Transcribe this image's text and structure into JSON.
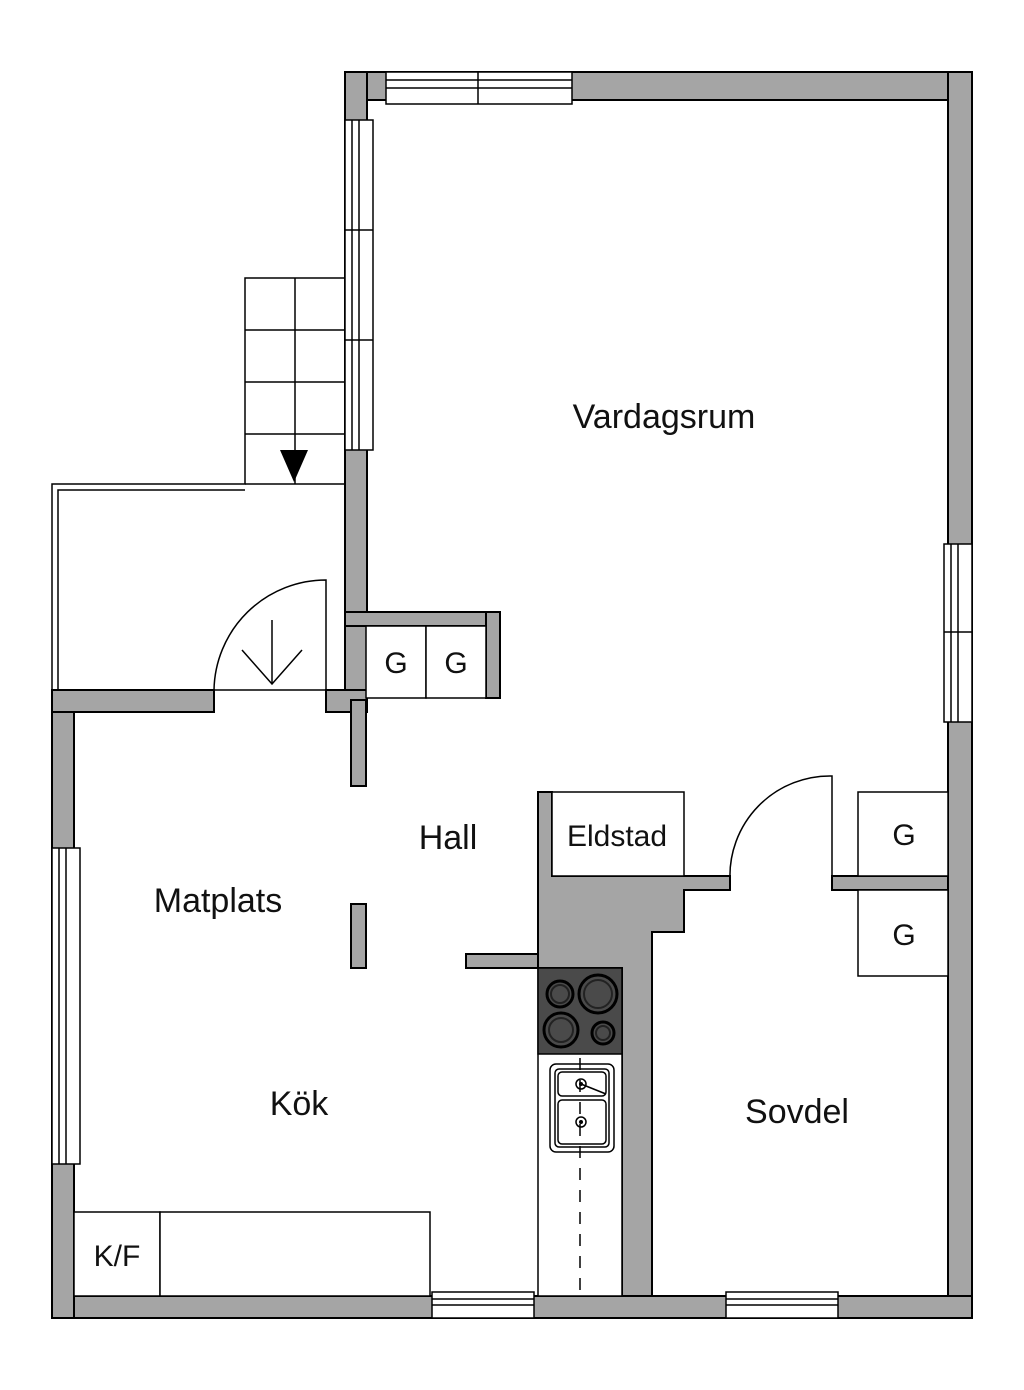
{
  "colors": {
    "wall": "#a5a5a5",
    "stove_top": "#4a4a4a",
    "line": "#000000",
    "background": "#ffffff"
  },
  "rooms": {
    "vardagsrum": "Vardagsrum",
    "hall": "Hall",
    "matplats": "Matplats",
    "kok": "Kök",
    "sovdel": "Sovdel"
  },
  "fixtures": {
    "eldstad": "Eldstad",
    "wardrobe_1": "G",
    "wardrobe_2": "G",
    "wardrobe_3": "G",
    "wardrobe_4": "G",
    "fridge_freezer": "K/F"
  }
}
